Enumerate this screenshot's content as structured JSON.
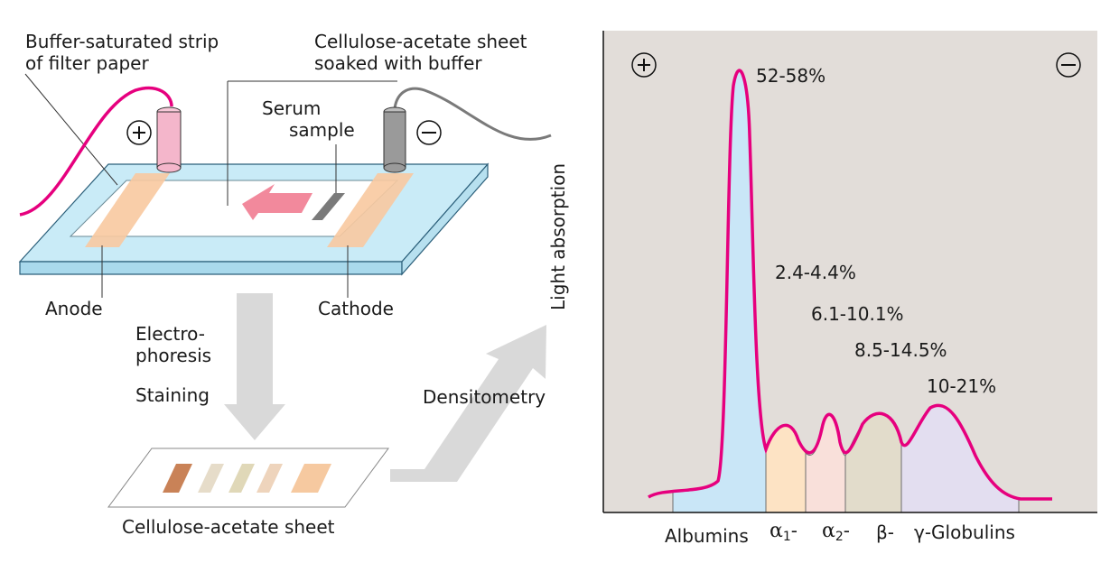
{
  "labels": {
    "buffer_strip": [
      "Buffer-saturated strip",
      "of filter paper"
    ],
    "cellulose_sheet_top": [
      "Cellulose-acetate sheet",
      "soaked with buffer"
    ],
    "serum_sample": [
      "Serum",
      "sample"
    ],
    "anode": "Anode",
    "cathode": "Cathode",
    "electrophoresis": [
      "Electro-",
      "phoresis"
    ],
    "staining": "Staining",
    "densitometry": "Densitometry",
    "cellulose_sheet_bottom": "Cellulose-acetate sheet",
    "plus": "+",
    "minus": "−"
  },
  "chart": {
    "ylabel": "Light absorption",
    "percentages": [
      "52-58%",
      "2.4-4.4%",
      "6.1-10.1%",
      "8.5-14.5%",
      "10-21%"
    ],
    "fractions": {
      "albumins": "Albumins",
      "alpha1": "α",
      "alpha1_sub": "1",
      "alpha1_suffix": "-",
      "alpha2": "α",
      "alpha2_sub": "2",
      "alpha2_suffix": "-",
      "beta": "β-",
      "gamma": "γ-Globulins"
    }
  },
  "colors": {
    "wire": "#e6007e",
    "curve": "#e6007e",
    "plate": "#c9ebf7",
    "chart_bg": "#e2ddd9",
    "albumin_fill": "#c9e6f7",
    "alpha1_fill": "#fde3c4",
    "alpha2_fill": "#f9e0da",
    "beta_fill": "#e2dccb",
    "gamma_fill": "#e3def0",
    "arrow_gray": "#d9d9d9",
    "arrow_pink": "#f2899c"
  }
}
